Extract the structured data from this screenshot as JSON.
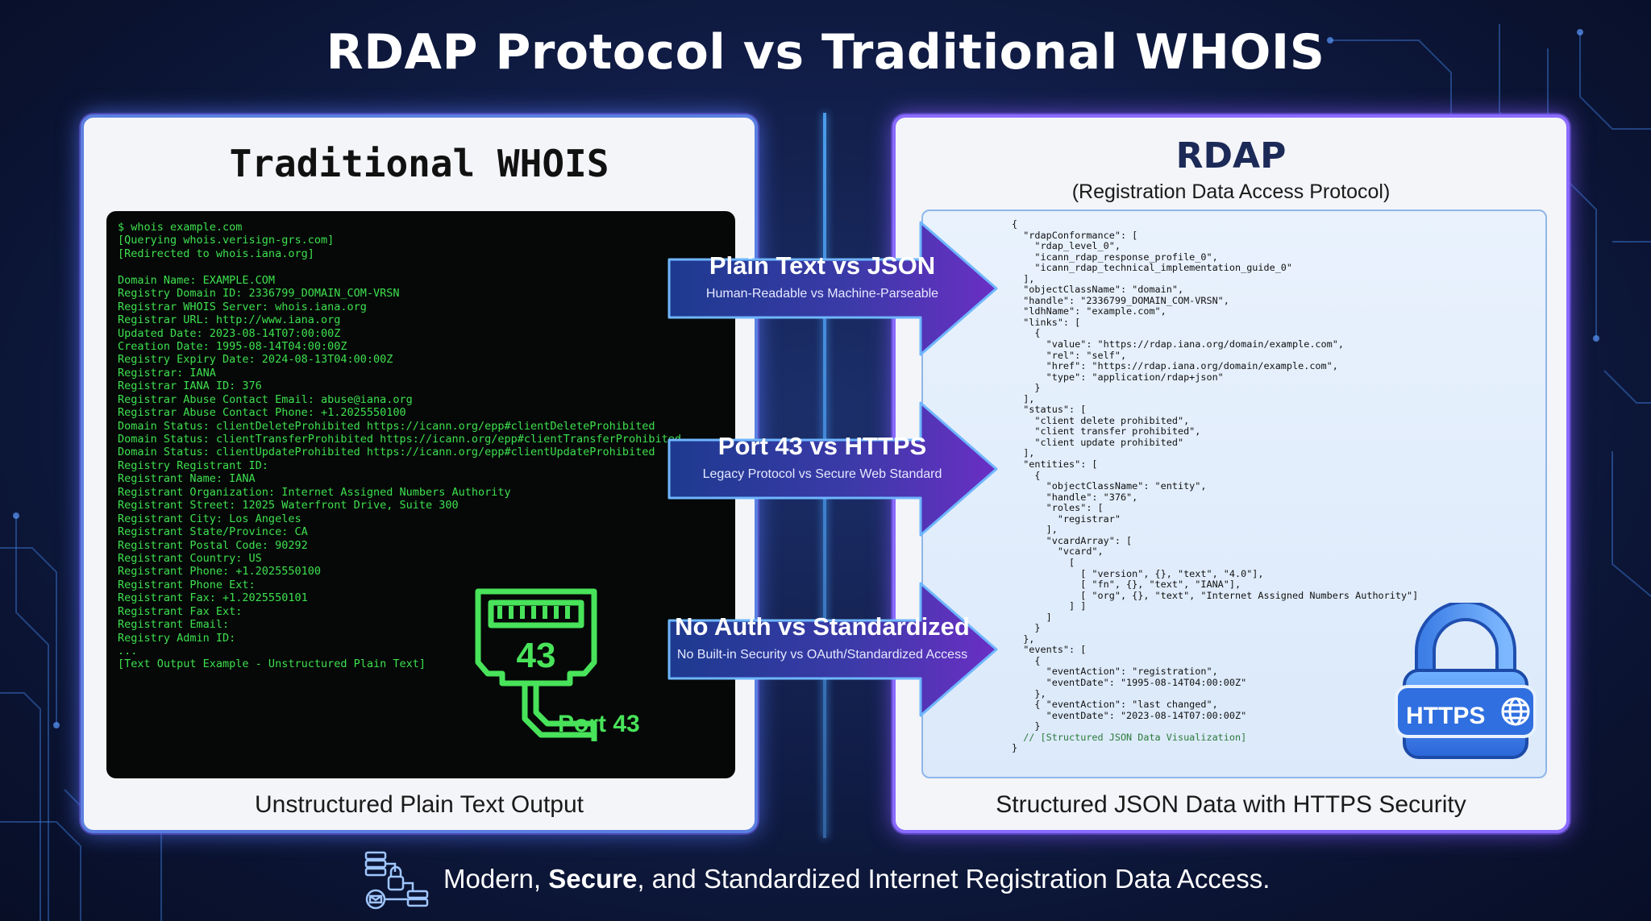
{
  "title": "RDAP Protocol vs Traditional WHOIS",
  "whois": {
    "heading": "Traditional WHOIS",
    "terminal_lines": [
      "$ whois example.com",
      "[Querying whois.verisign-grs.com]",
      "[Redirected to whois.iana.org]",
      "",
      "Domain Name: EXAMPLE.COM",
      "Registry Domain ID: 2336799_DOMAIN_COM-VRSN",
      "Registrar WHOIS Server: whois.iana.org",
      "Registrar URL: http://www.iana.org",
      "Updated Date: 2023-08-14T07:00:00Z",
      "Creation Date: 1995-08-14T04:00:00Z",
      "Registry Expiry Date: 2024-08-13T04:00:00Z",
      "Registrar: IANA",
      "Registrar IANA ID: 376",
      "Registrar Abuse Contact Email: abuse@iana.org",
      "Registrar Abuse Contact Phone: +1.2025550100",
      "Domain Status: clientDeleteProhibited https://icann.org/epp#clientDeleteProhibited",
      "Domain Status: clientTransferProhibited https://icann.org/epp#clientTransferProhibited",
      "Domain Status: clientUpdateProhibited https://icann.org/epp#clientUpdateProhibited",
      "Registry Registrant ID:",
      "Registrant Name: IANA",
      "Registrant Organization: Internet Assigned Numbers Authority",
      "Registrant Street: 12025 Waterfront Drive, Suite 300",
      "Registrant City: Los Angeles",
      "Registrant State/Province: CA",
      "Registrant Postal Code: 90292",
      "Registrant Country: US",
      "Registrant Phone: +1.2025550100",
      "Registrant Phone Ext:",
      "Registrant Fax: +1.2025550101",
      "Registrant Fax Ext:",
      "Registrant Email:",
      "Registry Admin ID:",
      "...",
      "[Text Output Example - Unstructured Plain Text]"
    ],
    "port_number": "43",
    "port_label": "Port 43",
    "caption": "Unstructured Plain Text Output"
  },
  "rdap": {
    "heading": "RDAP",
    "subheading": "(Registration Data Access Protocol)",
    "json_lines": [
      "{",
      "  \"rdapConformance\": [",
      "    \"rdap_level_0\",",
      "    \"icann_rdap_response_profile_0\",",
      "    \"icann_rdap_technical_implementation_guide_0\"",
      "  ],",
      "  \"objectClassName\": \"domain\",",
      "  \"handle\": \"2336799_DOMAIN_COM-VRSN\",",
      "  \"ldhName\": \"example.com\",",
      "  \"links\": [",
      "    {",
      "      \"value\": \"https://rdap.iana.org/domain/example.com\",",
      "      \"rel\": \"self\",",
      "      \"href\": \"https://rdap.iana.org/domain/example.com\",",
      "      \"type\": \"application/rdap+json\"",
      "    }",
      "  ],",
      "  \"status\": [",
      "    \"client delete prohibited\",",
      "    \"client transfer prohibited\",",
      "    \"client update prohibited\"",
      "  ],",
      "  \"entities\": [",
      "    {",
      "      \"objectClassName\": \"entity\",",
      "      \"handle\": \"376\",",
      "      \"roles\": [",
      "        \"registrar\"",
      "      ],",
      "      \"vcardArray\": [",
      "        \"vcard\",",
      "          [",
      "            [ \"version\", {}, \"text\", \"4.0\"],",
      "            [ \"fn\", {}, \"text\", \"IANA\"],",
      "            [ \"org\", {}, \"text\", \"Internet Assigned Numbers Authority\"]",
      "          ] ]",
      "      ]",
      "    }",
      "  },",
      "  \"events\": [",
      "    {",
      "      \"eventAction\": \"registration\",",
      "      \"eventDate\": \"1995-08-14T04:00:00Z\"",
      "    },",
      "    { \"eventAction\": \"last changed\",",
      "      \"eventDate\": \"2023-08-14T07:00:00Z\"",
      "    }",
      "  // [Structured JSON Data Visualization]",
      "}"
    ],
    "lock_label": "HTTPS",
    "caption": "Structured JSON Data with HTTPS Security"
  },
  "comparisons": [
    {
      "title": "Plain Text vs JSON",
      "subtitle": "Human-Readable vs Machine-Parseable"
    },
    {
      "title": "Port 43 vs HTTPS",
      "subtitle": "Legacy Protocol vs Secure Web Standard"
    },
    {
      "title": "No Auth vs Standardized",
      "subtitle": "No Built-in Security vs OAuth/Standardized Access"
    }
  ],
  "footer": {
    "part1": "Modern, ",
    "bold": "Secure",
    "part2": ", and Standardized Internet Registration Data Access."
  },
  "colors": {
    "terminal_text": "#3ee04f",
    "panel_border_left": "#5a7fe0",
    "panel_border_right": "#8a6bff",
    "arrow_start": "#1d3a8f",
    "arrow_end": "#6a2fc4"
  }
}
